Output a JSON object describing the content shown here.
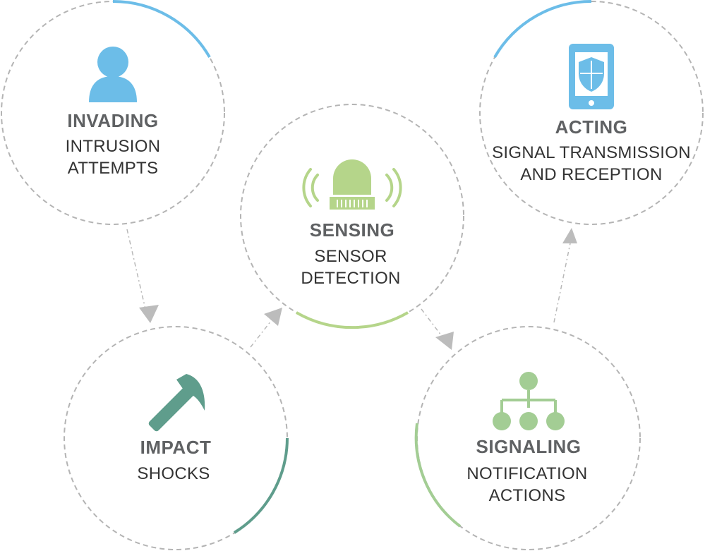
{
  "colors": {
    "blue": "#6cbde8",
    "green": "#b5d58a",
    "teal": "#5f9d8c",
    "sage": "#a3cd94"
  },
  "stages": [
    {
      "id": "invading",
      "title": "INVADING",
      "lines": [
        "INTRUSION",
        "ATTEMPTS"
      ],
      "icon": "person-icon",
      "accent": "#6cbde8"
    },
    {
      "id": "impact",
      "title": "IMPACT",
      "lines": [
        "SHOCKS"
      ],
      "icon": "hammer-icon",
      "accent": "#5f9d8c"
    },
    {
      "id": "sensing",
      "title": "SENSING",
      "lines": [
        "SENSOR",
        "DETECTION"
      ],
      "icon": "alarm-beacon-icon",
      "accent": "#b5d58a"
    },
    {
      "id": "signaling",
      "title": "SIGNALING",
      "lines": [
        "NOTIFICATION",
        "ACTIONS"
      ],
      "icon": "network-hierarchy-icon",
      "accent": "#a3cd94"
    },
    {
      "id": "acting",
      "title": "ACTING",
      "lines": [
        "SIGNAL TRANSMISSION",
        "AND RECEPTION"
      ],
      "icon": "phone-shield-icon",
      "accent": "#6cbde8"
    }
  ]
}
